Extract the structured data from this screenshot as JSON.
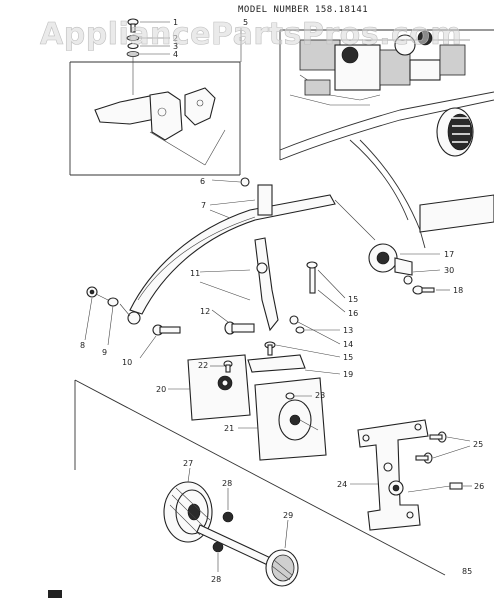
{
  "header": {
    "model_number": "MODEL NUMBER 158.18141"
  },
  "watermark": "AppliancePartsPros.com",
  "callouts": {
    "p1": "1",
    "p2": "2",
    "p3": "3",
    "p4": "4",
    "p5": "5",
    "p6": "6",
    "p7": "7",
    "p8": "8",
    "p9": "9",
    "p10": "10",
    "p11": "11",
    "p12": "12",
    "p13": "13",
    "p14": "14",
    "p15a": "15",
    "p15b": "15",
    "p16": "16",
    "p17": "17",
    "p18": "18",
    "p19": "19",
    "p20": "20",
    "p21": "21",
    "p22": "22",
    "p23": "23",
    "p24": "24",
    "p25": "25",
    "p26": "26",
    "p27": "27",
    "p28a": "28",
    "p28b": "28",
    "p29": "29",
    "p30": "30"
  },
  "page_code": "85"
}
